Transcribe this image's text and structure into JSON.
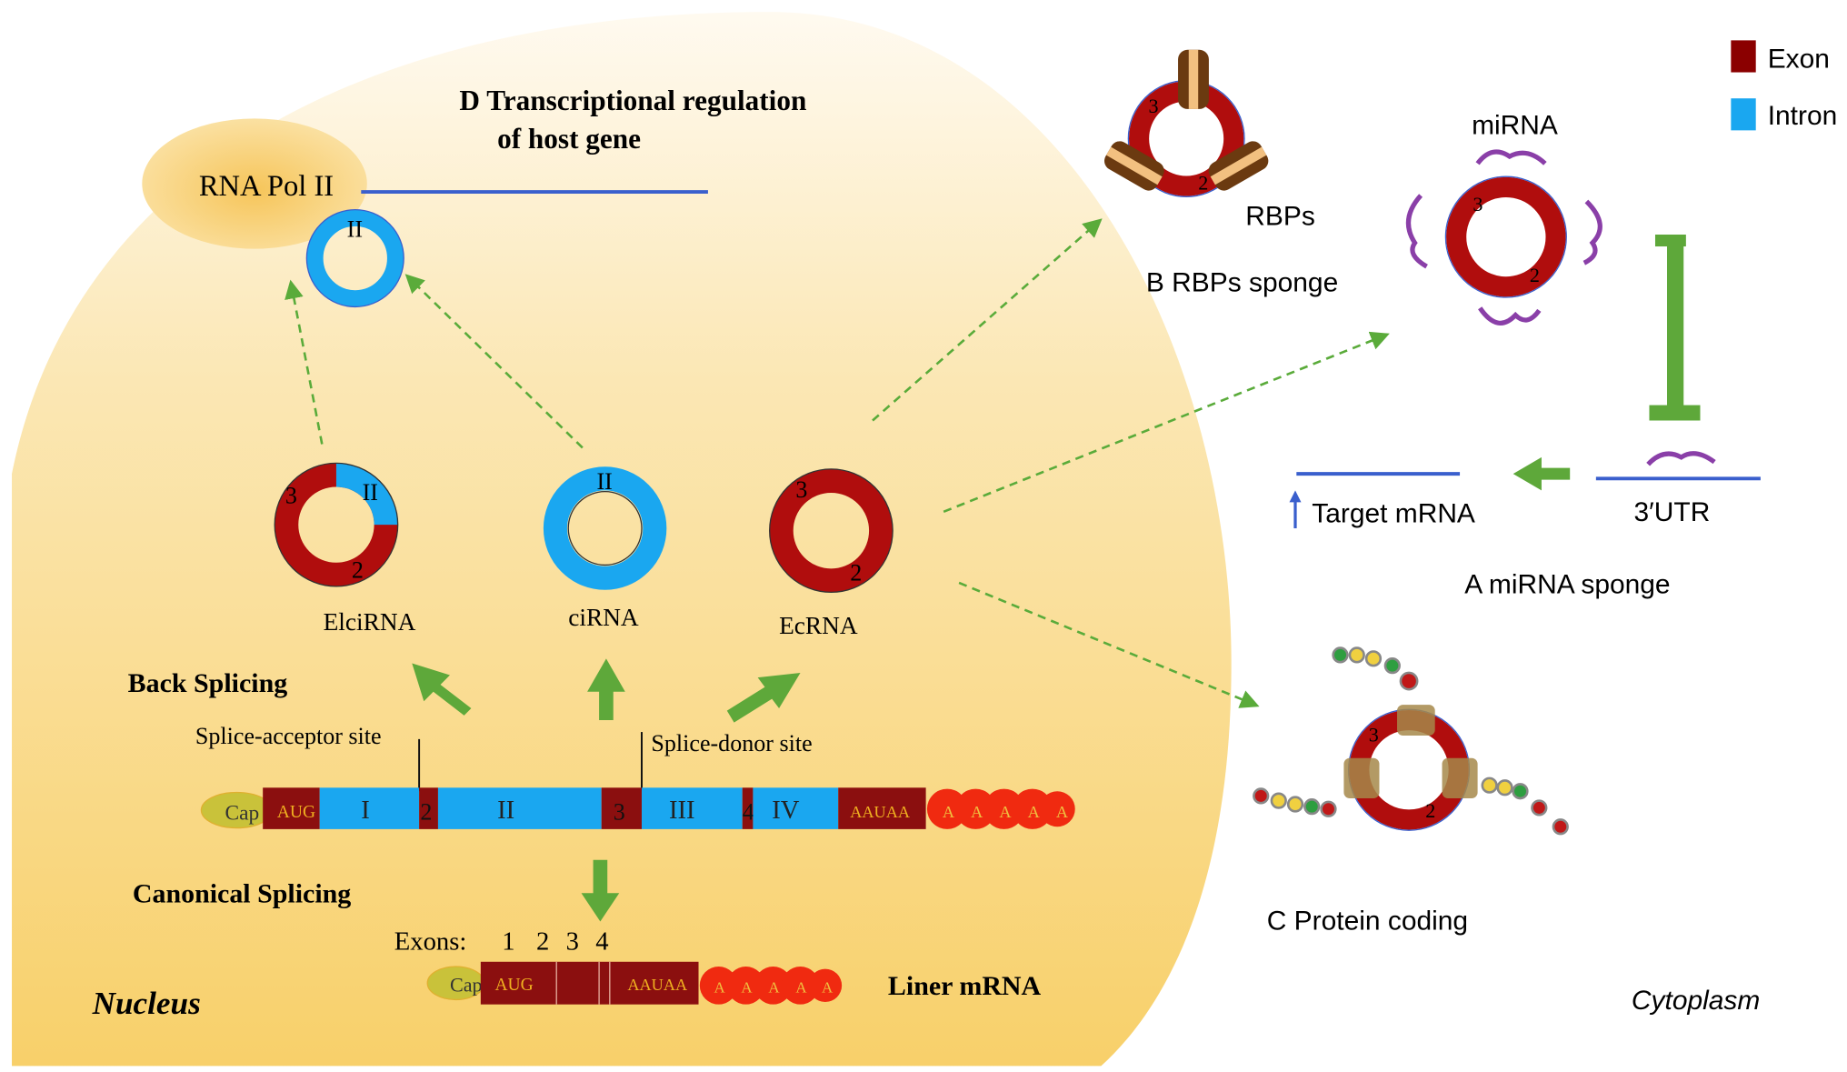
{
  "colors": {
    "exon": "#990000",
    "intron": "#1aa7f0",
    "arrow": "#5ea83a",
    "nucleus": "#f8d57a",
    "line": "#3a5fcd"
  },
  "legend": [
    {
      "label": "Exon",
      "color": "#990000"
    },
    {
      "label": "Intron",
      "color": "#1aa7f0"
    }
  ],
  "nucleus": {
    "label": "Nucleus",
    "pol": "RNA Pol II",
    "d_title_1": "D  Transcriptional regulation",
    "d_title_2": "of host gene",
    "pol_ring_label": "II",
    "circles": [
      {
        "name": "ElciRNA",
        "labels": [
          "3",
          "II",
          "2"
        ]
      },
      {
        "name": "ciRNA",
        "labels": [
          "II"
        ]
      },
      {
        "name": "EcRNA",
        "labels": [
          "3",
          "2"
        ]
      }
    ],
    "back_splicing": "Back Splicing",
    "canonical_splicing": "Canonical Splicing",
    "acceptor": "Splice-acceptor site",
    "donor": "Splice-donor site",
    "pre_mrna": {
      "cap": "Cap",
      "segments": [
        "AUG",
        "I",
        "2",
        "II",
        "3",
        "III",
        "4",
        "IV",
        "AAUAA"
      ],
      "polya": "A"
    },
    "exons_label": "Exons:",
    "exon_numbers": [
      "1",
      "2",
      "3",
      "4"
    ],
    "mature": {
      "cap": "Cap",
      "aug": "AUG",
      "aauaa": "AAUAA",
      "label": "Liner  mRNA"
    }
  },
  "cytoplasm": {
    "label": "Cytoplasm",
    "rbps": "RBPs",
    "b_title": "B RBPs sponge",
    "mirna": "miRNA",
    "a_title": "A miRNA sponge",
    "target": "Target mRNA",
    "utr": "3′UTR",
    "c_title": "C Protein coding",
    "ring_labels": [
      "3",
      "2"
    ]
  }
}
